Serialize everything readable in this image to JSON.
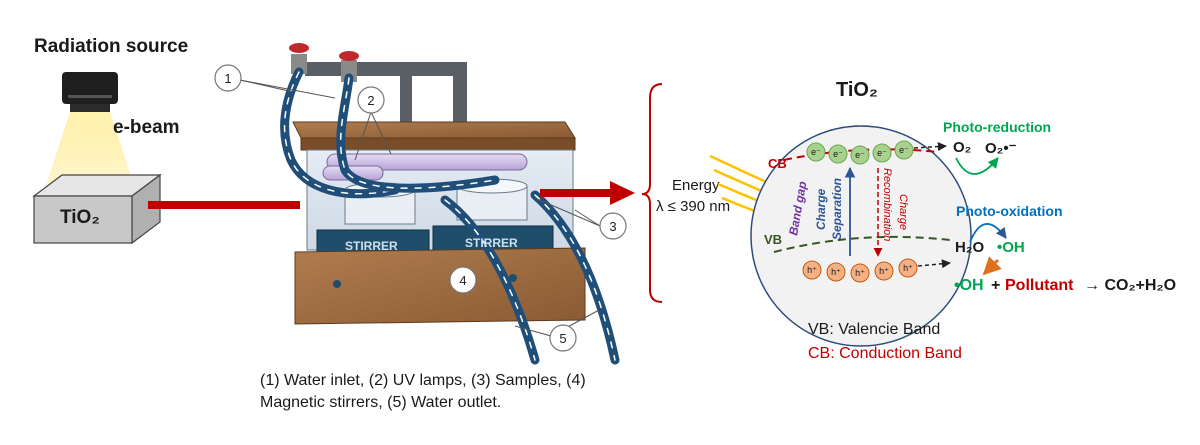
{
  "left": {
    "source_title": "Radiation source",
    "beam_label": "e-beam",
    "box_label": "TiO₂"
  },
  "reactor": {
    "callouts": [
      "1",
      "2",
      "3",
      "4",
      "5"
    ],
    "stirrer_text": "STIRRER",
    "caption_line1": "(1) Water inlet, (2) UV lamps, (3) Samples, (4)",
    "caption_line2": "Magnetic stirrers, (5) Water outlet."
  },
  "energy": {
    "line1": "Energy",
    "line2": "λ ≤ 390 nm"
  },
  "mechanism": {
    "title": "TiO₂",
    "cb": "CB",
    "vb": "VB",
    "band_gap": "Band gap",
    "charge_separation_1": "Charge",
    "charge_separation_2": "Separation",
    "recombination_1": "Charge",
    "recombination_2": "Recombination",
    "electron": "e⁻",
    "hole": "h⁺",
    "photo_reduction": "Photo-reduction",
    "o2": "O₂",
    "o2_radical": "O₂•⁻",
    "photo_oxidation": "Photo-oxidation",
    "h2o": "H₂O",
    "oh_radical": "•OH",
    "eq_oh": "•OH",
    "eq_plus": "+",
    "eq_pollutant": "Pollutant",
    "eq_products": "→ CO₂+H₂O",
    "legend_vb": "VB: Valencie Band",
    "legend_cb": "CB: Conduction Band"
  },
  "colors": {
    "arrow_red": "#c00000",
    "green_text": "#00a651",
    "blue_text": "#0070c0",
    "red_text": "#c00000",
    "purple_text": "#7030a0",
    "circle_fill": "#f2f2f2",
    "electron_fill": "#a9d18e",
    "hole_fill": "#f4b183"
  }
}
